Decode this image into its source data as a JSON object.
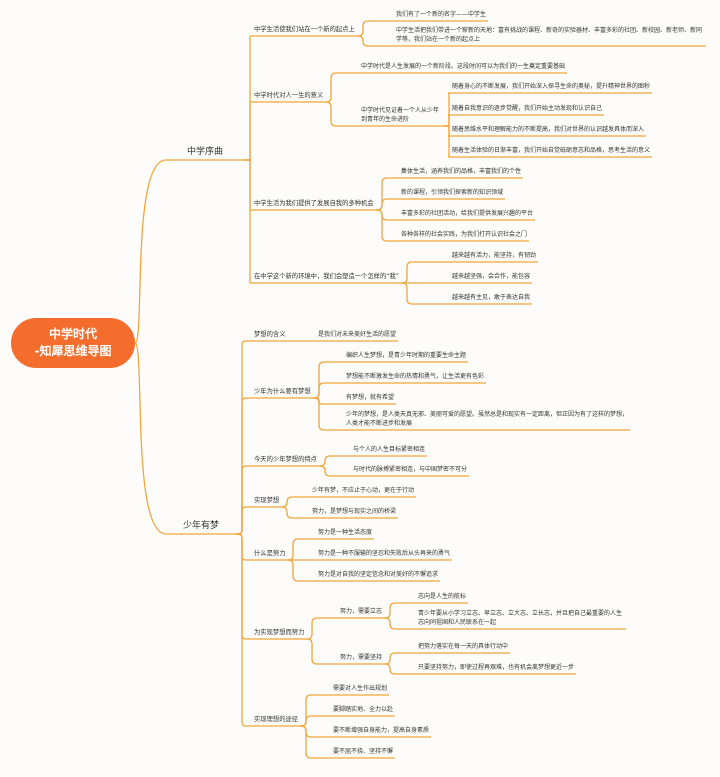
{
  "root": {
    "line1": "中学时代",
    "line2": "-知犀思维导图"
  },
  "branches": [
    {
      "label": "中学序曲",
      "children": [
        {
          "label": "中学生活使我们站在一个新的起点上",
          "children": [
            {
              "label": "我们有了一个新的名字——中学生"
            },
            {
              "label": "中学生活把我们带进一个崭新的天地：富有挑战的课程、新奇的实验器材、丰富多彩的社团、新校园、新老师、新同学等，我们站在一个新的起点上"
            }
          ]
        },
        {
          "label": "中学时代对人一生的意义",
          "children": [
            {
              "label": "中学时代是人生发展的一个新阶段。这段时间可以为我们的一生奠定重要基础"
            },
            {
              "label": "中学时代见证着一个人从少年到青年的生命进阶",
              "children": [
                {
                  "label": "随着身心的不断发展，我们开始深入探寻生命的奥秘，提升精神世界的图秒"
                },
                {
                  "label": "随着自我意识的逐步觉醒，我们开始主动发现和认识自己"
                },
                {
                  "label": "随着思维水平和理解能力的不断提高，我们对世界的认识越发具体而深入"
                },
                {
                  "label": "随着生活体验的日渐丰富，我们开始自觉砥砺意志和品格，思考生活的意义"
                }
              ]
            }
          ]
        },
        {
          "label": "中学生活为我们提供了发展自我的多种机会",
          "children": [
            {
              "label": "集体生活，涵养我们的品格，丰富我们的个性"
            },
            {
              "label": "新的课程，引领我们探索新的知识领域"
            },
            {
              "label": "丰富多彩的社团活动，给我们提供发展兴趣的平台"
            },
            {
              "label": "各种各样的社会实践，为我们打开认识社会之门"
            }
          ]
        },
        {
          "label": "在中学这个新的环境中，我们会塑造一个怎样的“我”",
          "children": [
            {
              "label": "越来越有活力，能坚持，有韧劲"
            },
            {
              "label": "越来越坚强，会合作，能包容"
            },
            {
              "label": "越来越有主见，敢于表达自我"
            }
          ]
        }
      ]
    },
    {
      "label": "少年有梦",
      "children": [
        {
          "label": "梦想的含义",
          "children": [
            {
              "label": "是我们对未来美好生活的愿望"
            }
          ]
        },
        {
          "label": "少年为什么要有梦想",
          "children": [
            {
              "label": "编织人生梦想，是青少年时期的重要生命主题"
            },
            {
              "label": "梦想能不断激发生命的热情和勇气，让生活更有色彩"
            },
            {
              "label": "有梦想，就有希望"
            },
            {
              "label": "少年的梦想，是人类天真无邪、美丽可爱的愿望。虽然总是和现实有一定距离，但正因为有了这样的梦想，人类才能不断进步和发展"
            }
          ]
        },
        {
          "label": "今天的少年梦想的特点",
          "children": [
            {
              "label": "与个人的人生目标紧密相连"
            },
            {
              "label": "与时代的脉搏紧密相连，与中国梦密不可分"
            }
          ]
        },
        {
          "label": "实现梦想",
          "children": [
            {
              "label": "少年有梦，不应止于心动，更在于行动"
            },
            {
              "label": "努力，是梦想与现实之间的桥梁"
            }
          ]
        },
        {
          "label": "什么是努力",
          "children": [
            {
              "label": "努力是一种生活态度"
            },
            {
              "label": "努力是一种不服输的坚忍和失败后从头再来的勇气"
            },
            {
              "label": "努力是对自我的坚定信念和对美好的不懈追求"
            }
          ]
        },
        {
          "label": "为实现梦想而努力",
          "children": [
            {
              "label": "努力，需要立志",
              "children": [
                {
                  "label": "志向是人生的航标"
                },
                {
                  "label": "青少年要从小学习立志、早立志、立大志、立长志，并且把自己最重要的人生志向同祖国和人民联系在一起"
                }
              ]
            },
            {
              "label": "努力，需要坚持",
              "children": [
                {
                  "label": "把努力落实在每一天的具体行动中"
                },
                {
                  "label": "只要坚持努力，即使过程再艰难，也有机会离梦想更近一步"
                }
              ]
            }
          ]
        },
        {
          "label": "实现理想的途径",
          "children": [
            {
              "label": "需要对人生作出规划"
            },
            {
              "label": "要脚踏实地、全力以赴"
            },
            {
              "label": "要不断增强自身能力，提高自身素质"
            },
            {
              "label": "要不屈不挠、坚持不懈"
            }
          ]
        }
      ]
    }
  ],
  "colors": {
    "line": "#f0a63a",
    "root": "#f46d2c",
    "text": "#333333",
    "background": "#fdfcfb"
  }
}
